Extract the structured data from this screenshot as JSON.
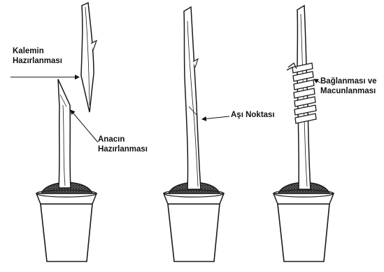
{
  "labels": {
    "scion_prep": [
      "Kalemin",
      "Hazırlanması"
    ],
    "rootstock_prep": [
      "Anacın",
      "Hazırlanması"
    ],
    "graft_point": [
      "Aşı Noktası"
    ],
    "binding": [
      "Bağlanması ve",
      "Macunlanması"
    ]
  },
  "colors": {
    "stroke": "#1a1a1a",
    "soil": "#3a3a3a",
    "pot_fill": "#ffffff"
  }
}
